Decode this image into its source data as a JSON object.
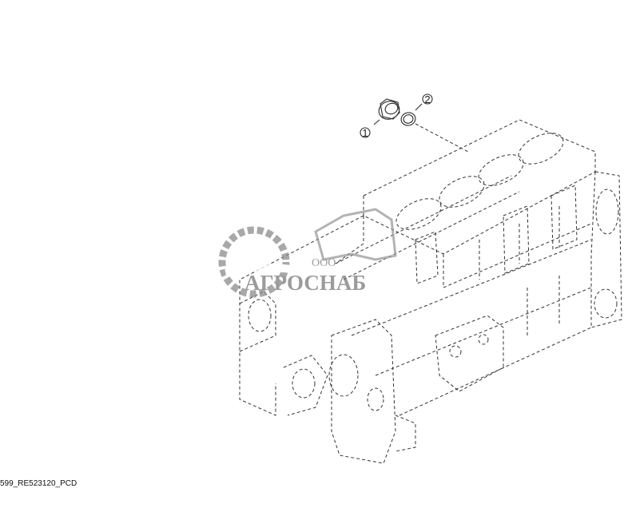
{
  "figure_id": "599_RE523120_PCD",
  "callouts": [
    {
      "label": "1"
    },
    {
      "label": "2"
    }
  ],
  "watermark": {
    "org": "ООО",
    "name": "АГРОСНАБ",
    "color": "#8c8c8c"
  },
  "colors": {
    "line": "#2b2b2b",
    "background": "#ffffff"
  }
}
